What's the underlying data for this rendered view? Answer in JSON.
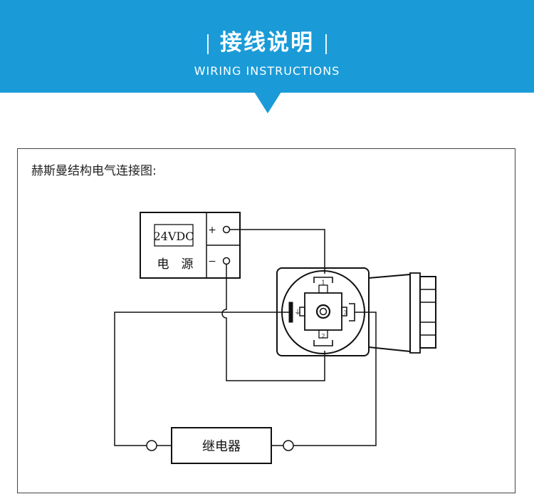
{
  "header": {
    "title": "接线说明",
    "subtitle": "WIRING INSTRUCTIONS",
    "background_color": "#1a9bd8"
  },
  "panel": {
    "caption": "赫斯曼结构电气连接图:"
  },
  "power_supply": {
    "voltage_label": "24VDC",
    "name_chars": [
      "电",
      "源"
    ],
    "positive_symbol": "+",
    "negative_symbol": "−"
  },
  "connector": {
    "pin_labels": [
      "1",
      "2",
      "3"
    ],
    "ground_symbol": "⏚"
  },
  "relay": {
    "label": "继电器"
  }
}
